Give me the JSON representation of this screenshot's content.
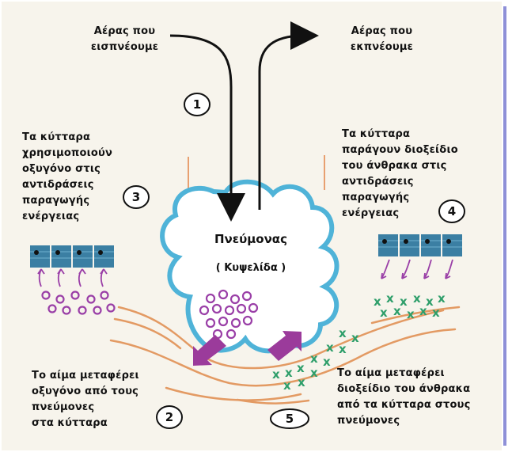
{
  "labels": {
    "inhale": "Αέρας που\nεισπνέουμε",
    "exhale": "Αέρας που\nεκπνέουμε",
    "cells_use_oxygen": "Τα κύτταρα\nχρησιμοποιούν\nοξυγόνο στις\nαντιδράσεις\nπαραγωγής\nενέργειας",
    "cells_produce_co2": "Τα κύτταρα\nπαράγουν διοξείδιο\nτου άνθρακα στις\nαντιδράσεις\nπαραγωγής\nενέργειας",
    "lung": "Πνεύμονας",
    "alveolus": "( Κυψελίδα )",
    "blood_oxygen": "Το αίμα μεταφέρει\nοξυγόνο από τους\nπνεύμονες\nστα κύτταρα",
    "blood_co2": "Το αίμα μεταφέρει\nδιοξείδιο του άνθρακα\nαπό τα κύτταρα στους\nπνεύμονες"
  },
  "steps": [
    "1",
    "2",
    "3",
    "4",
    "5"
  ],
  "colors": {
    "lung_outline": "#4fb3d8",
    "lung_fill": "#ffffff",
    "vessel": "#e39a63",
    "oxygen": "#9a3fa7",
    "co2": "#2e9e6a",
    "cell_fill": "#3b7fa3",
    "cell_nucleus": "#111111",
    "arrow_big": "#9b3b9b"
  }
}
